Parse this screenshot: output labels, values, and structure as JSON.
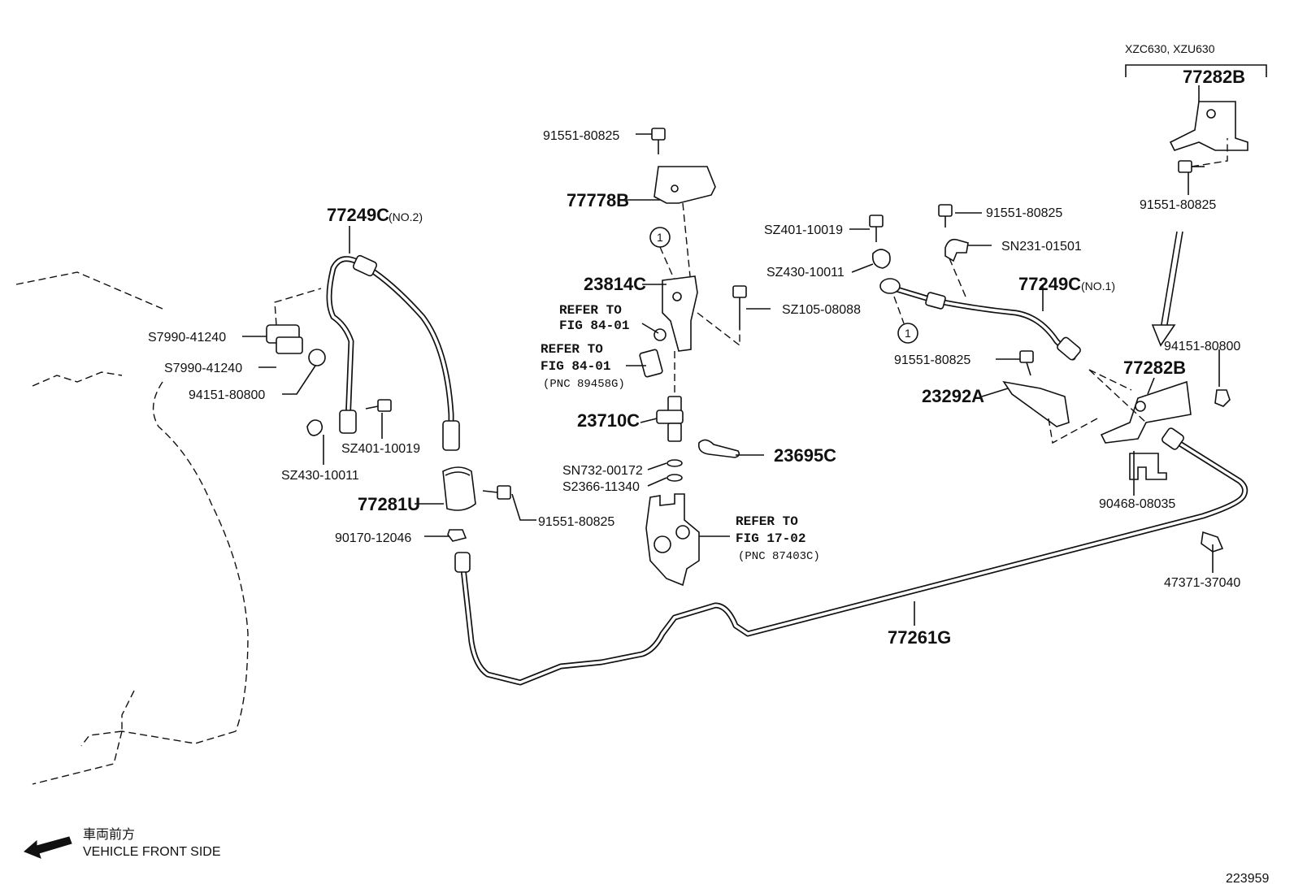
{
  "variant_note": "XZC630, XZU630",
  "footer": {
    "direction_jp": "車両前方",
    "direction_en": "VEHICLE FRONT SIDE",
    "figure_number": "223959"
  },
  "circle_ref": "1",
  "labels": {
    "p77282B_top": "77282B",
    "p91551_80825_tr": "91551-80825",
    "p91551_80825_top": "91551-80825",
    "p77778B": "77778B",
    "p77249C_no2": "77249C",
    "p77249C_no2_suffix": "(NO.2)",
    "pS7990_a": "S7990-41240",
    "pS7990_b": "S7990-41240",
    "p94151_80800_left": "94151-80800",
    "pSZ401_left": "SZ401-10019",
    "pSZ430_left": "SZ430-10011",
    "p77281U": "77281U",
    "p91551_80825_left": "91551-80825",
    "p90170_12046": "90170-12046",
    "p23814C": "23814C",
    "ref1_a": "REFER TO",
    "ref1_b": "FIG 84-01",
    "ref2_a": "REFER TO",
    "ref2_b": "FIG 84-01",
    "ref2_pnc": "(PNC 89458G)",
    "p23710C": "23710C",
    "pSN732": "SN732-00172",
    "pS2366": "S2366-11340",
    "p23695C": "23695C",
    "ref3_a": "REFER TO",
    "ref3_b": "FIG 17-02",
    "ref3_pnc": "(PNC 87403C)",
    "pSZ401_mid": "SZ401-10019",
    "pSZ430_mid": "SZ430-10011",
    "pSZ105": "SZ105-08088",
    "p91551_80825_mid": "91551-80825",
    "pSN231": "SN231-01501",
    "p77249C_no1": "77249C",
    "p77249C_no1_suffix": "(NO.1)",
    "p91551_80825_right": "91551-80825",
    "p23292A": "23292A",
    "p77282B_mid": "77282B",
    "p94151_80800_right": "94151-80800",
    "p90468": "90468-08035",
    "p47371": "47371-37040",
    "p77261G": "77261G"
  }
}
